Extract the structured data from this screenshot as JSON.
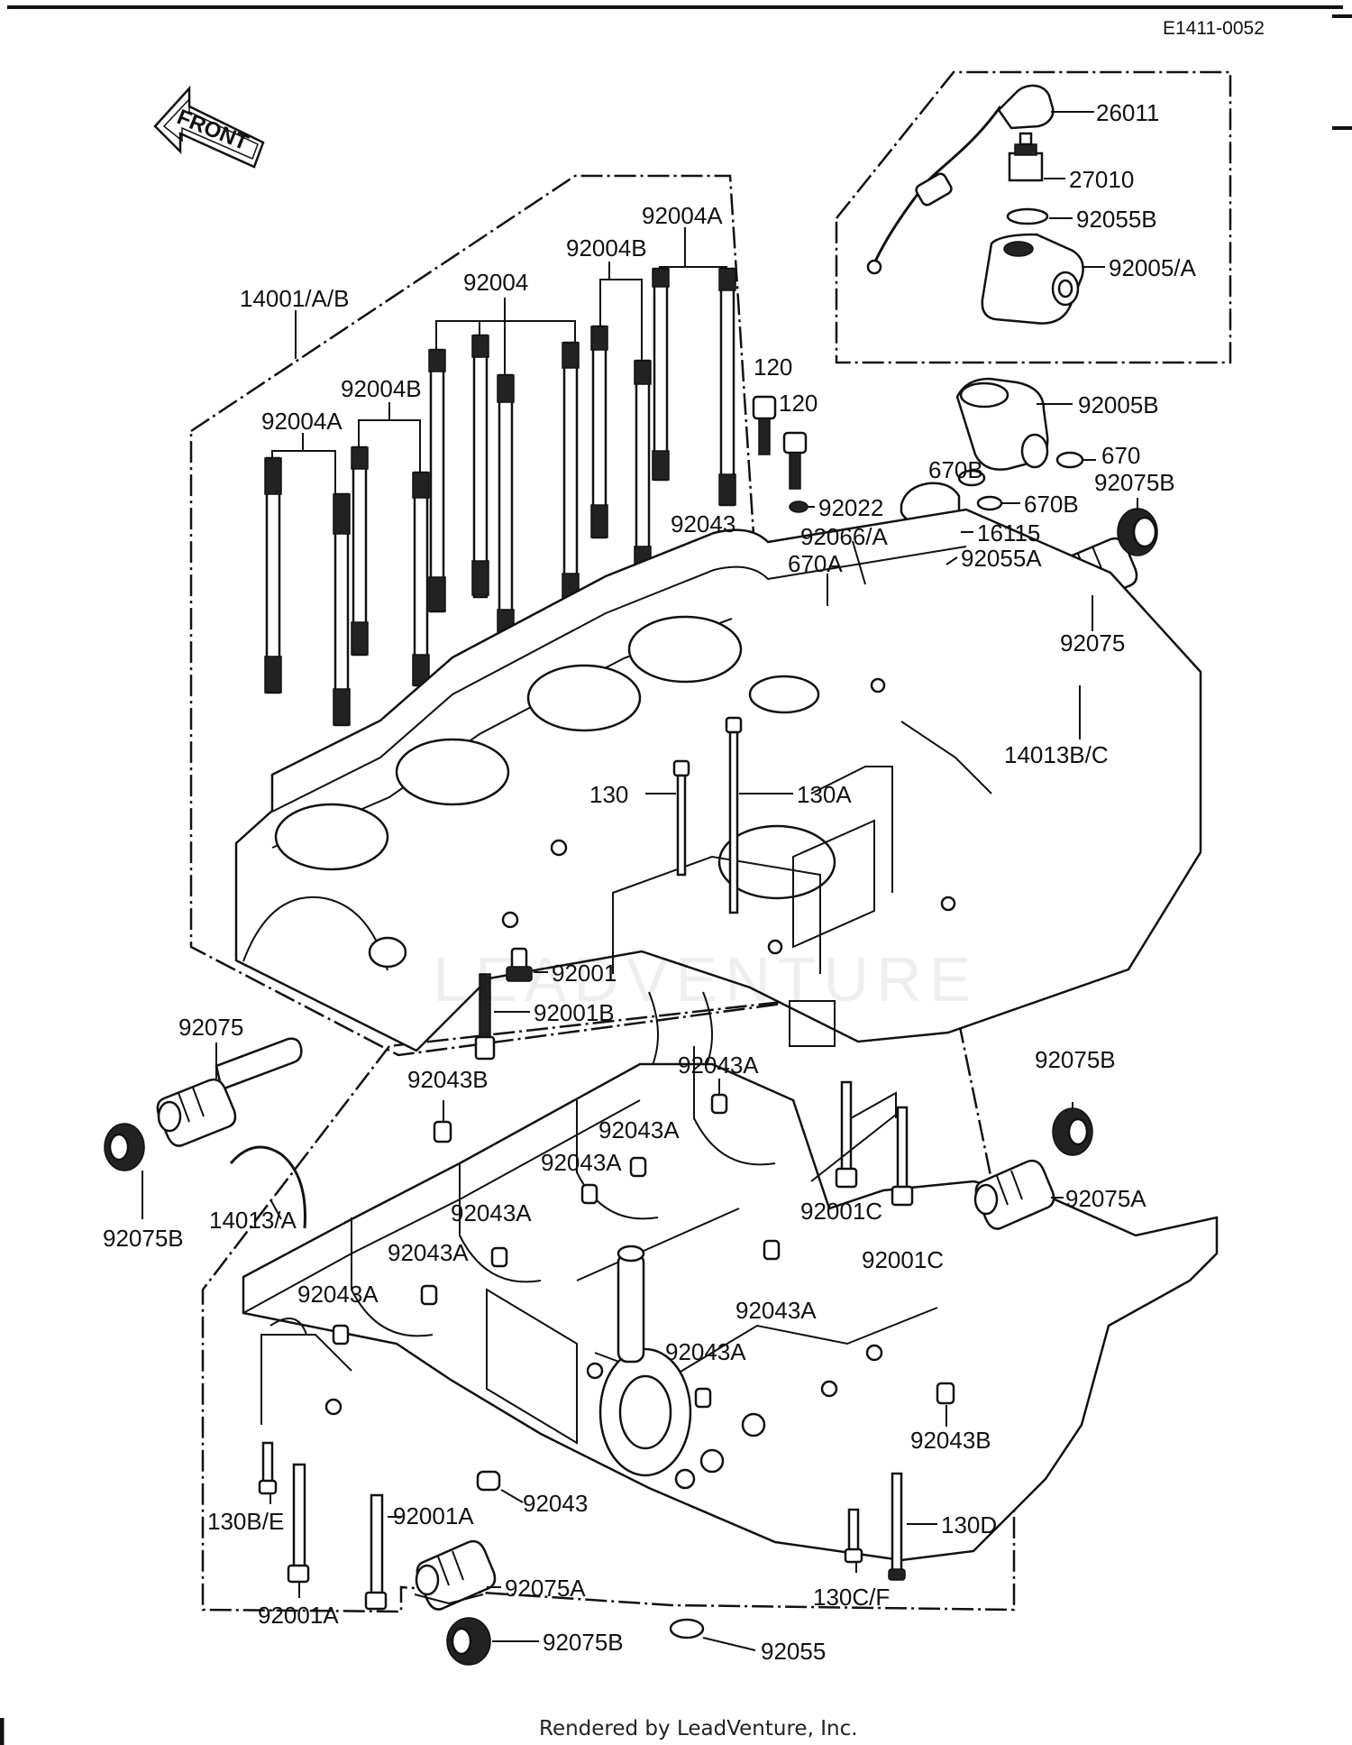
{
  "diagram_code": "E1411-0052",
  "front_label": "FRONT",
  "watermark": "LEADVENTURE",
  "footer": "Rendered by LeadVenture, Inc.",
  "labels": {
    "p26011": "26011",
    "p27010": "27010",
    "p92055B": "92055B",
    "p92005A": "92005/A",
    "p92004A_top": "92004A",
    "p92004B_top": "92004B",
    "p92004": "92004",
    "p14001": "14001/A/B",
    "p92004B_left": "92004B",
    "p92004A_left": "92004A",
    "p120a": "120",
    "p120b": "120",
    "p92005B": "92005B",
    "p670B_a": "670B",
    "p670": "670",
    "p92075B_r": "92075B",
    "p670B_b": "670B",
    "p92022": "92022",
    "p92043_top": "92043",
    "p92066": "92066/A",
    "p16115": "16115",
    "p670A": "670A",
    "p92055A": "92055A",
    "p92075_r": "92075",
    "p14013BC": "14013B/C",
    "p130": "130",
    "p130A": "130A",
    "p92001": "92001",
    "p92001B": "92001B",
    "p92075_l": "92075",
    "p92043B_a": "92043B",
    "p92043A_1": "92043A",
    "p92043A_2": "92043A",
    "p92043A_3": "92043A",
    "p92043A_4": "92043A",
    "p92043A_5": "92043A",
    "p92043A_6": "92043A",
    "p92043A_7": "92043A",
    "p92043A_8": "92043A",
    "p14013A": "14013/A",
    "p92075B_l": "92075B",
    "p92001C_a": "92001C",
    "p92001C_b": "92001C",
    "p92075B_rr": "92075B",
    "p92075A_r": "92075A",
    "p92043B_b": "92043B",
    "p130BE": "130B/E",
    "p92001A_a": "92001A",
    "p92043_bot": "92043",
    "p130D": "130D",
    "p92001A_b": "92001A",
    "p92075A_b": "92075A",
    "p130CF": "130C/F",
    "p92075B_b": "92075B",
    "p92055": "92055"
  }
}
